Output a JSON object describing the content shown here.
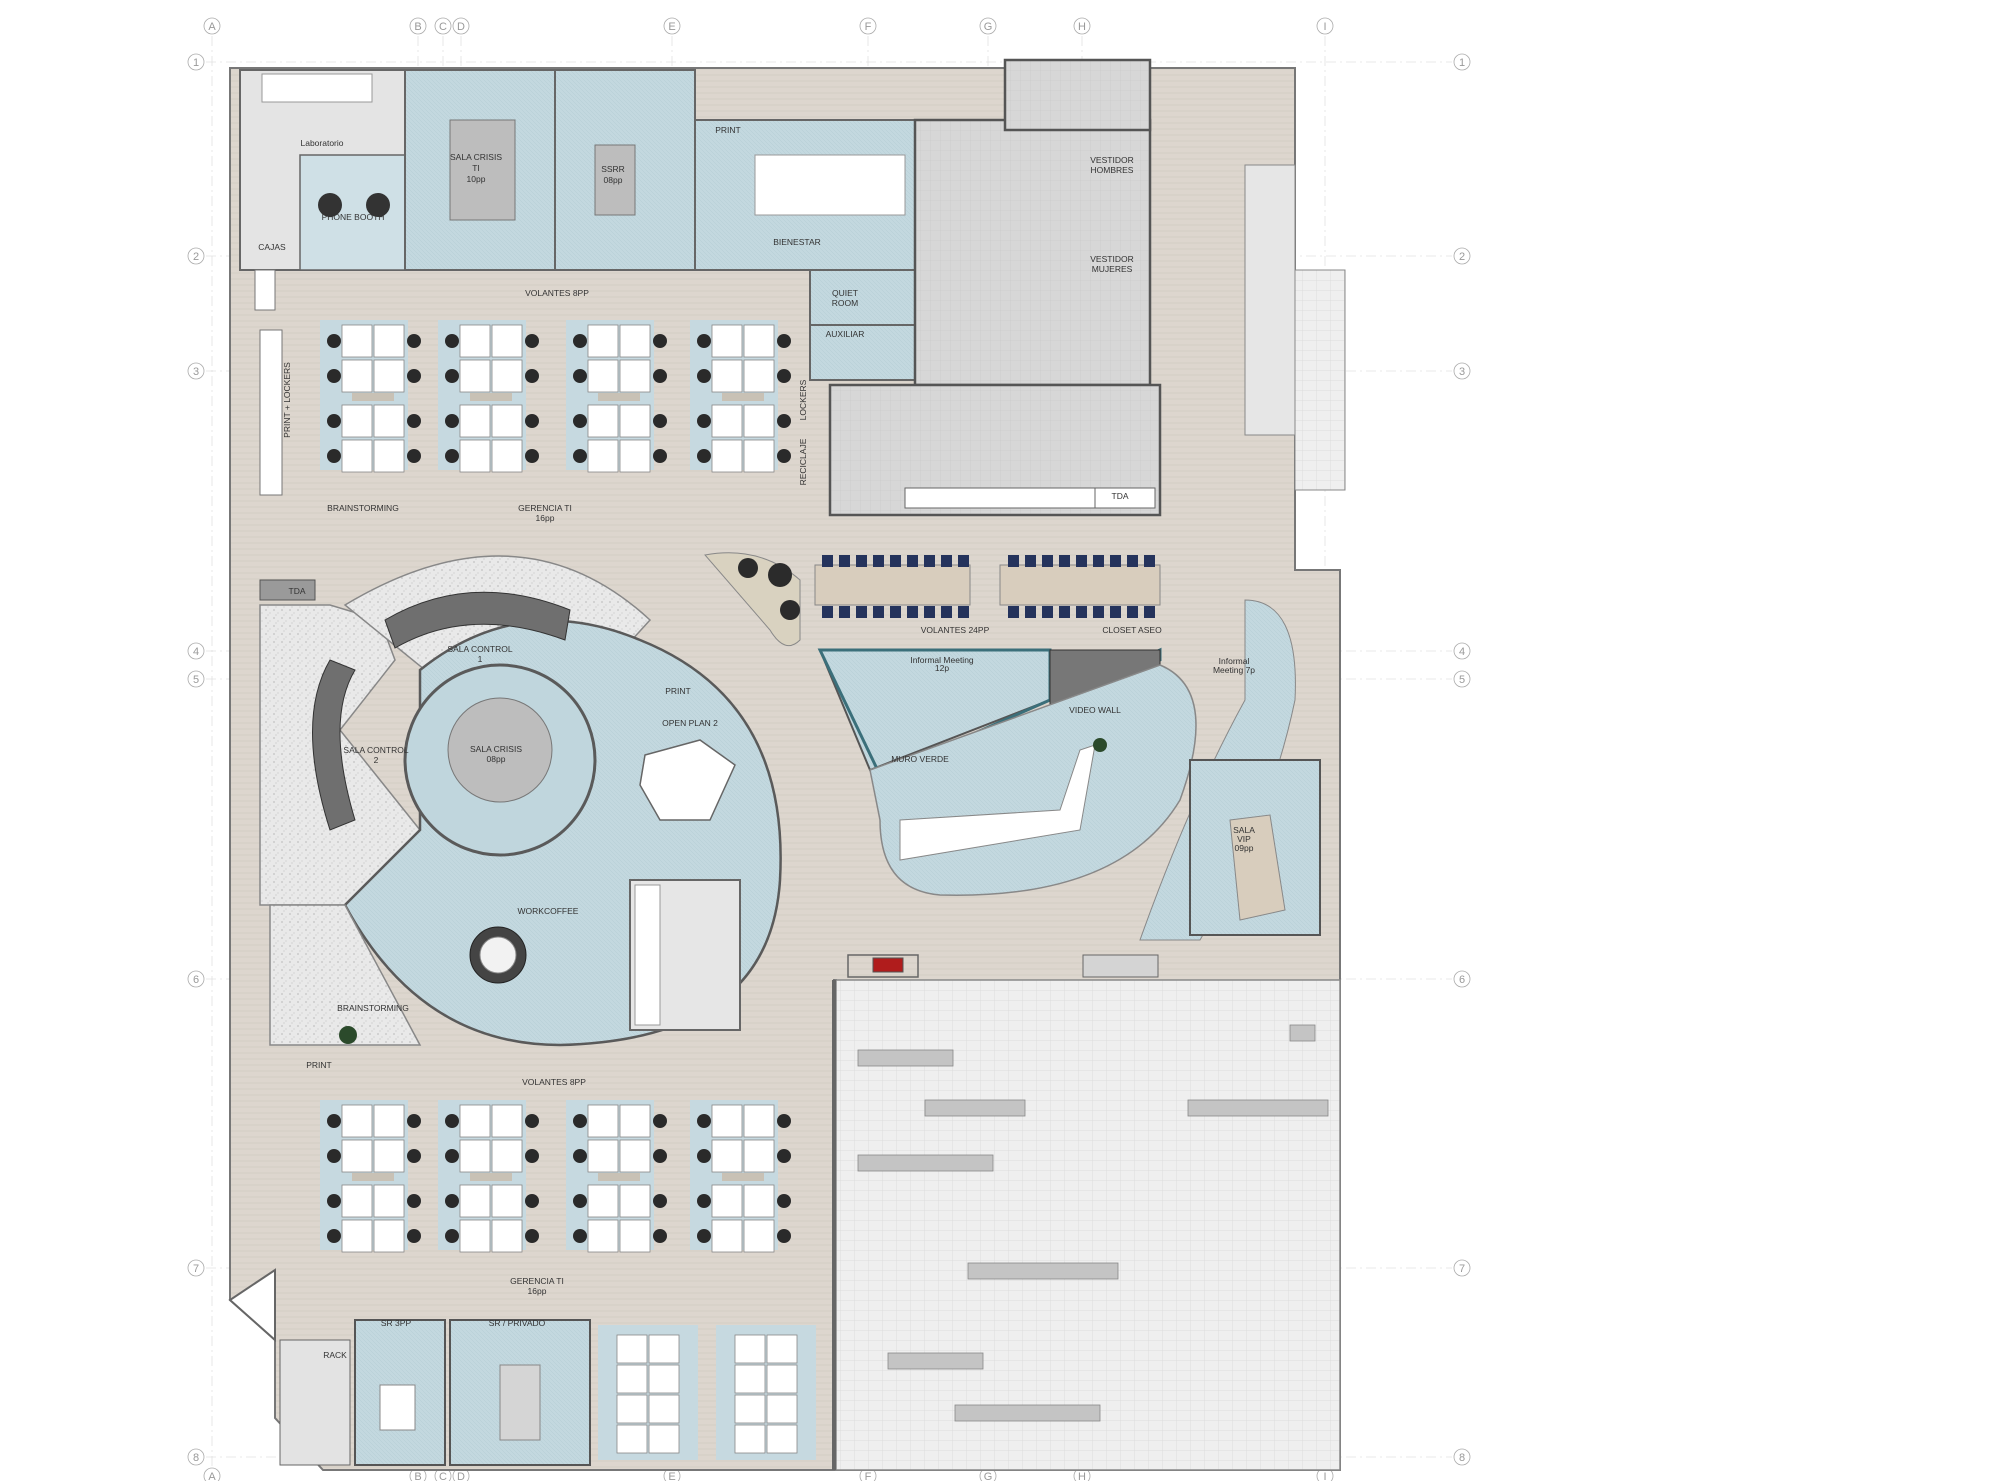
{
  "grid": {
    "cols": [
      "A",
      "B",
      "C",
      "D",
      "E",
      "F",
      "G",
      "H",
      "I"
    ],
    "rows": [
      "1",
      "2",
      "3",
      "4",
      "5",
      "6",
      "7",
      "8"
    ]
  },
  "rooms": {
    "laboratorio": "Laboratorio",
    "cajas": "CAJAS",
    "phone_booth": "PHONE BOOTH",
    "sala_crisis_ti": [
      "SALA CRISIS",
      "TI",
      "10pp"
    ],
    "ssrr": [
      "SSRR",
      "08pp"
    ],
    "print_top": "PRINT",
    "bienestar": "BIENESTAR",
    "vestidor_hombres": [
      "VESTIDOR",
      "HOMBRES"
    ],
    "vestidor_mujeres": [
      "VESTIDOR",
      "MUJERES"
    ],
    "quiet_room": [
      "QUIET",
      "ROOM"
    ],
    "auxiliar": "AUXILIAR",
    "volantes_8pp_top": "VOLANTES 8PP",
    "print_lockers": "PRINT + LOCKERS",
    "lockers": "LOCKERS",
    "reciclaje": "RECICLAJE",
    "tda_right": "TDA",
    "brainstorming_top": "BRAINSTORMING",
    "gerencia_ti_top": [
      "GERENCIA TI",
      "16pp"
    ],
    "tda_left": "TDA",
    "sala_control_1": [
      "SALA CONTROL",
      "1"
    ],
    "sala_control_2": [
      "SALA CONTROL",
      "2"
    ],
    "sala_crisis": [
      "SALA CRISIS",
      "08pp"
    ],
    "print_mid": "PRINT",
    "open_plan_2": "OPEN PLAN 2",
    "workcoffee": "WORKCOFFEE",
    "volantes_24pp": "VOLANTES 24PP",
    "closet_aseo": "CLOSET ASEO",
    "informal_12": [
      "Informal Meeting",
      "12p"
    ],
    "informal_7": [
      "Informal",
      "Meeting 7p"
    ],
    "video_wall": "VIDEO WALL",
    "muro_verde": "MURO VERDE",
    "sala_vip": [
      "SALA",
      "VIP",
      "09pp"
    ],
    "brainstorming_bottom": "BRAINSTORMING",
    "print_bottom": "PRINT",
    "volantes_8pp_bottom": "VOLANTES 8PP",
    "gerencia_ti_bottom": [
      "GERENCIA TI",
      "16pp"
    ],
    "sr_3pp": "SR 3PP",
    "sr_privado": "SR / PRIVADO",
    "rack": "RACK"
  },
  "colors": {
    "wall": "#8c8c8c",
    "floor_wood": "#ddd6ce",
    "room_blue": "#c9dde3",
    "carpet": "#bcd4dd",
    "terrace": "#ededed",
    "desk": "#ffffff",
    "chair_navy": "#25335c",
    "chair_dark": "#3a3a3a",
    "accent_teal": "#7fb3bd",
    "accent_red": "#b01c1c"
  }
}
